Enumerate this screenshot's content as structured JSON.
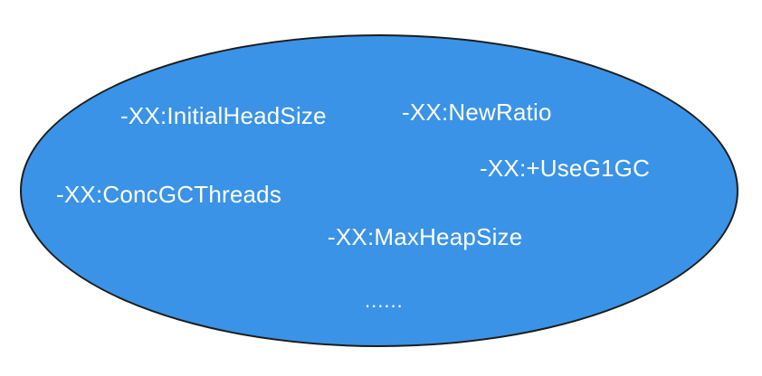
{
  "diagram": {
    "fill_color": "#3a93e6",
    "border_color": "#1c1c1c",
    "text_color": "#ffffff",
    "options": [
      "-XX:InitialHeadSize",
      "-XX:NewRatio",
      "-XX:+UseG1GC",
      "-XX:ConcGCThreads",
      "-XX:MaxHeapSize"
    ],
    "ellipsis": "......"
  }
}
